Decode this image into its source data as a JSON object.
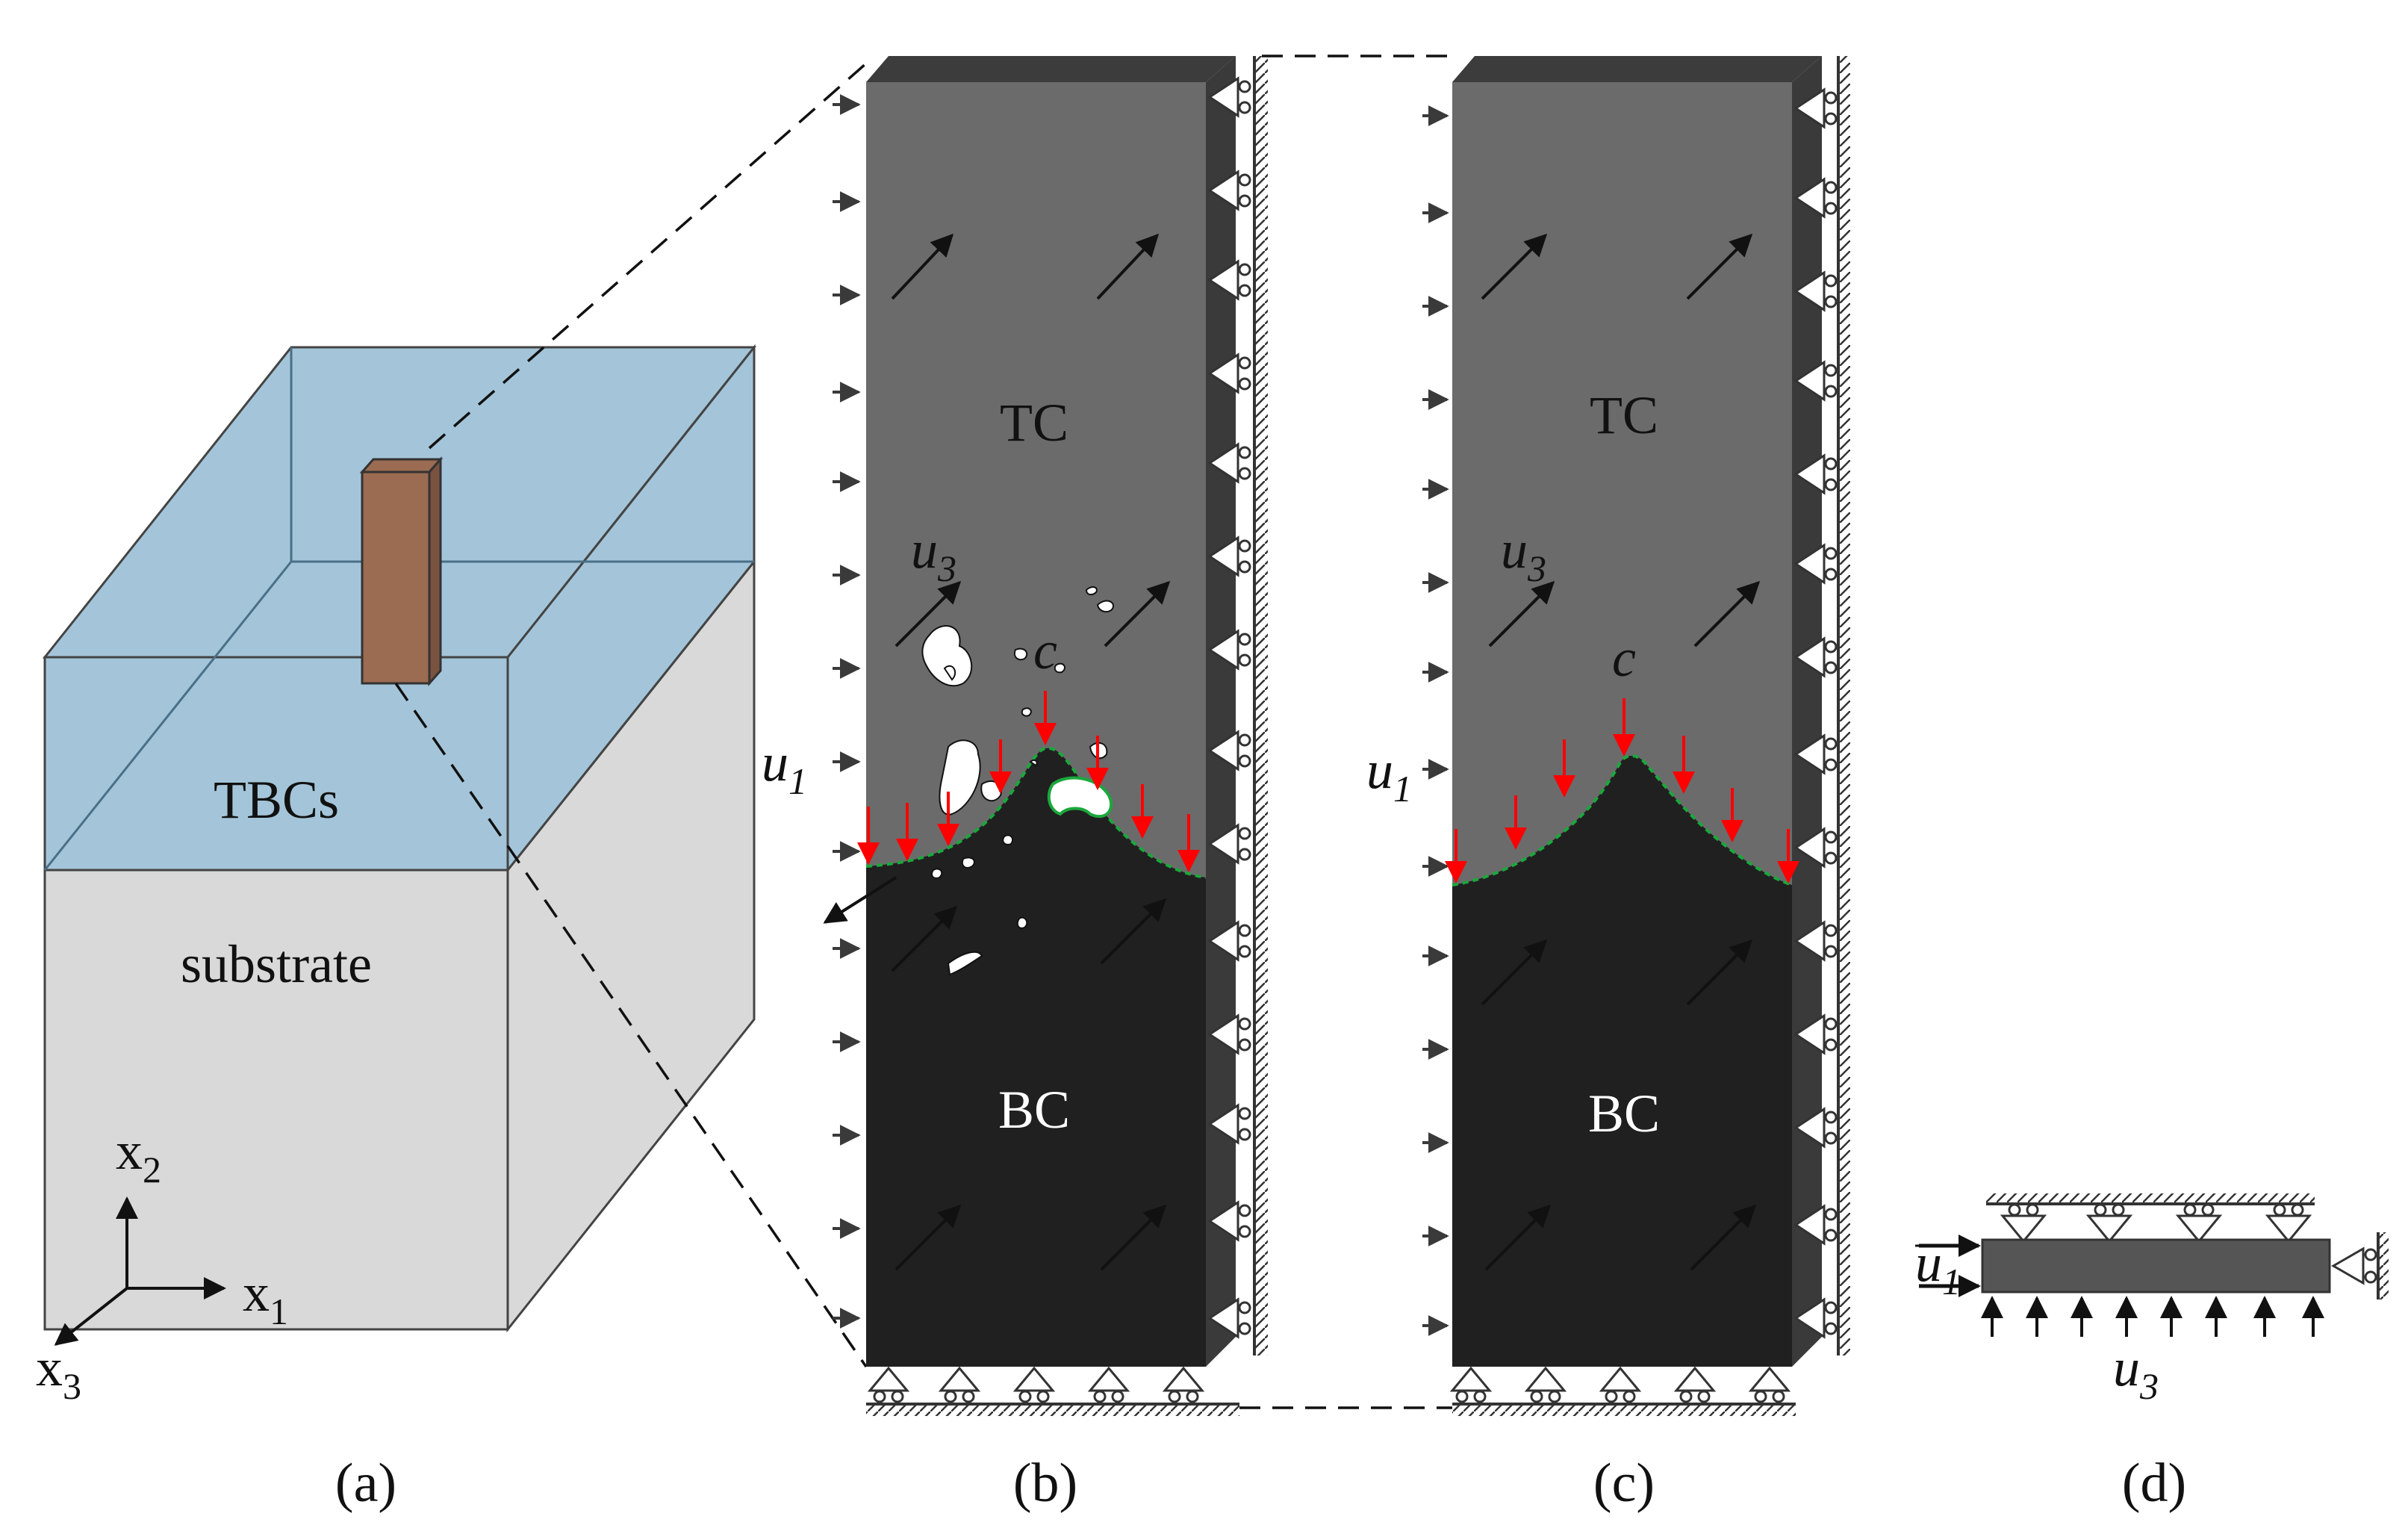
{
  "panel_a": {
    "layer_tbcs": "TBCs",
    "layer_substrate": "substrate",
    "axes": {
      "x1": "x",
      "x1_sub": "1",
      "x2": "x",
      "x2_sub": "2",
      "x3": "x",
      "x3_sub": "3"
    },
    "caption": "(a)",
    "colors": {
      "coating": "#8db6d0",
      "substrate": "#d9d9d9",
      "column": "#9b6b52"
    }
  },
  "panel_b": {
    "top_label": "TC",
    "bottom_label": "BC",
    "u1": "u",
    "u1_sub": "1",
    "u3": "u",
    "u3_sub": "3",
    "c_label": "c",
    "caption": "(b)"
  },
  "panel_c": {
    "top_label": "TC",
    "bottom_label": "BC",
    "u1": "u",
    "u1_sub": "1",
    "u3": "u",
    "u3_sub": "3",
    "c_label": "c",
    "caption": "(c)"
  },
  "panel_d": {
    "u1": "u",
    "u1_sub": "1",
    "u3": "u",
    "u3_sub": "3",
    "caption": "(d)"
  },
  "colors": {
    "tc": "#6b6b6b",
    "bc": "#202020",
    "load_arrow": "#e60000",
    "crack_edge": "#1aa83c"
  }
}
